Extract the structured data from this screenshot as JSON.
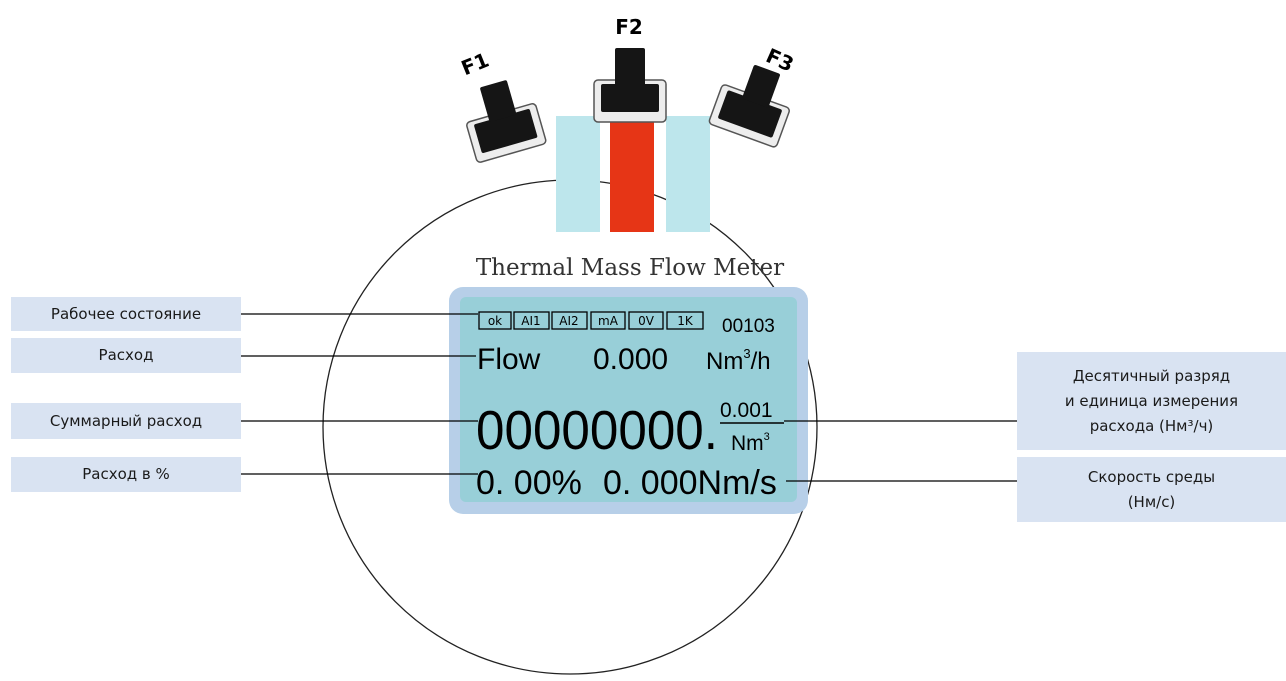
{
  "buttons": [
    {
      "label": "F1"
    },
    {
      "label": "F2"
    },
    {
      "label": "F3"
    }
  ],
  "device": {
    "title": "Thermal Mass Flow Meter"
  },
  "lcd": {
    "indicators": [
      "ok",
      "AI1",
      "AI2",
      "mA",
      "0V",
      "1K"
    ],
    "code": "00103",
    "flow_label": "Flow",
    "flow_value": "0.000",
    "flow_unit_base": "Nm",
    "flow_unit_exp": "3",
    "flow_unit_suffix": "/h",
    "total_value": "00000000.",
    "total_decimal": "0.001",
    "total_unit_base": "Nm",
    "total_unit_exp": "3",
    "percent": "0. 00%",
    "speed": "0. 000Nm/s"
  },
  "callouts": {
    "status": "Рабочее состояние",
    "flow": "Расход",
    "total": "Суммарный расход",
    "percent": "Расход в %",
    "decimal_line1": "Десятичный разряд",
    "decimal_line2": "и единица измерения",
    "decimal_line3": "расхода (Нм³/ч)",
    "speed_line1": "Скорость среды",
    "speed_line2": "(Нм/с)"
  },
  "colors": {
    "lcd_frame": "#b7cfe8",
    "lcd_screen": "#98cfd8",
    "sensor_light": "#bde6ec",
    "sensor_red": "#e63516",
    "callout_bg": "#d9e3f2"
  }
}
